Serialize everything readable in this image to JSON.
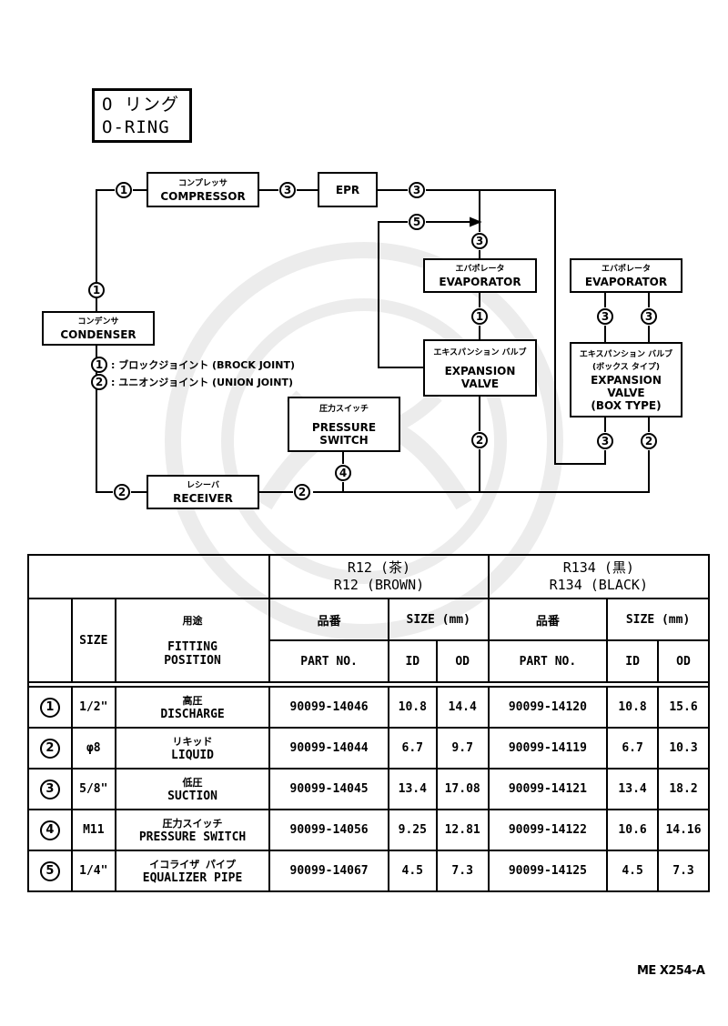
{
  "title": {
    "jp": "O リング",
    "en": "O-RING"
  },
  "diagram": {
    "components": {
      "compressor": {
        "jp": "コンプレッサ",
        "en": "COMPRESSOR"
      },
      "epr": {
        "en": "EPR"
      },
      "condenser": {
        "jp": "コンデンサ",
        "en": "CONDENSER"
      },
      "evaporator1": {
        "jp": "エバポレータ",
        "en": "EVAPORATOR"
      },
      "evaporator2": {
        "jp": "エバポレータ",
        "en": "EVAPORATOR"
      },
      "expansion_valve1": {
        "jp": "エキスパンション バルブ",
        "en1": "EXPANSION",
        "en2": "VALVE"
      },
      "expansion_valve2": {
        "jp1": "エキスパンション バルブ",
        "jp2": "(ボックス タイプ)",
        "en1": "EXPANSION",
        "en2": "VALVE",
        "en3": "(BOX TYPE)"
      },
      "pressure_switch": {
        "jp": "圧力スイッチ",
        "en1": "PRESSURE",
        "en2": "SWITCH"
      },
      "receiver": {
        "jp": "レシーバ",
        "en": "RECEIVER"
      }
    },
    "node_labels": [
      "1",
      "2",
      "3",
      "4",
      "5"
    ],
    "legend": [
      {
        "num": "1",
        "text": ": ブロックジョイント (BROCK JOINT)"
      },
      {
        "num": "2",
        "text": ": ユニオンジョイント (UNION JOINT)"
      }
    ]
  },
  "table": {
    "r12_header": {
      "jp": "R12 (茶)",
      "en": "R12 (BROWN)"
    },
    "r134_header": {
      "jp": "R134 (黒)",
      "en": "R134 (BLACK)"
    },
    "size_label": "SIZE",
    "usage_jp": "用途",
    "fitting_position": "FITTING POSITION",
    "part_no_jp": "品番",
    "part_no": "PART NO.",
    "size_mm": "SIZE (mm)",
    "id": "ID",
    "od": "OD",
    "rows": [
      {
        "num": "1",
        "size": "1/2\"",
        "pos_jp": "高圧",
        "pos_en": "DISCHARGE",
        "r12_part": "90099-14046",
        "r12_id": "10.8",
        "r12_od": "14.4",
        "r134_part": "90099-14120",
        "r134_id": "10.8",
        "r134_od": "15.6"
      },
      {
        "num": "2",
        "size": "φ8",
        "pos_jp": "リキッド",
        "pos_en": "LIQUID",
        "r12_part": "90099-14044",
        "r12_id": "6.7",
        "r12_od": "9.7",
        "r134_part": "90099-14119",
        "r134_id": "6.7",
        "r134_od": "10.3"
      },
      {
        "num": "3",
        "size": "5/8\"",
        "pos_jp": "低圧",
        "pos_en": "SUCTION",
        "r12_part": "90099-14045",
        "r12_id": "13.4",
        "r12_od": "17.08",
        "r134_part": "90099-14121",
        "r134_id": "13.4",
        "r134_od": "18.2"
      },
      {
        "num": "4",
        "size": "M11",
        "pos_jp": "圧力スイッチ",
        "pos_en": "PRESSURE SWITCH",
        "r12_part": "90099-14056",
        "r12_id": "9.25",
        "r12_od": "12.81",
        "r134_part": "90099-14122",
        "r134_id": "10.6",
        "r134_od": "14.16"
      },
      {
        "num": "5",
        "size": "1/4\"",
        "pos_jp": "イコライザ パイプ",
        "pos_en": "EQUALIZER PIPE",
        "r12_part": "90099-14067",
        "r12_id": "4.5",
        "r12_od": "7.3",
        "r134_part": "90099-14125",
        "r134_id": "4.5",
        "r134_od": "7.3"
      }
    ]
  },
  "doc_code": "ME X254-A"
}
